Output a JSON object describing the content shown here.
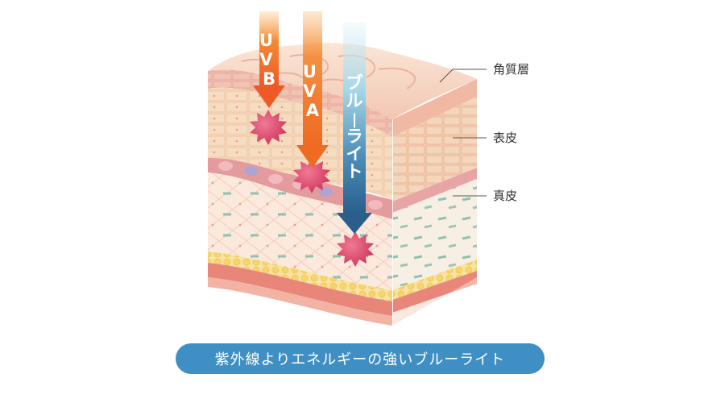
{
  "labels": {
    "stratum_corneum": "角質層",
    "epidermis": "表皮",
    "dermis": "真皮"
  },
  "arrows": {
    "uvb": {
      "text": "UVB",
      "color": "#f06c2a"
    },
    "uva": {
      "text": "UVA",
      "color": "#f07a1e"
    },
    "blue_light": {
      "text": "ブルーライト",
      "color": "#2e6f9a"
    }
  },
  "caption": "紫外線よりエネルギーの強いブルーライト",
  "colors": {
    "caption_bg": "#3f8fc4",
    "skin_top": "#f7d6c0",
    "epidermis": "#f5ddc0",
    "dermis": "#fbe8dc",
    "fat": "#f7d77a",
    "muscle": "#e9867a",
    "damage": "#d83c64"
  }
}
